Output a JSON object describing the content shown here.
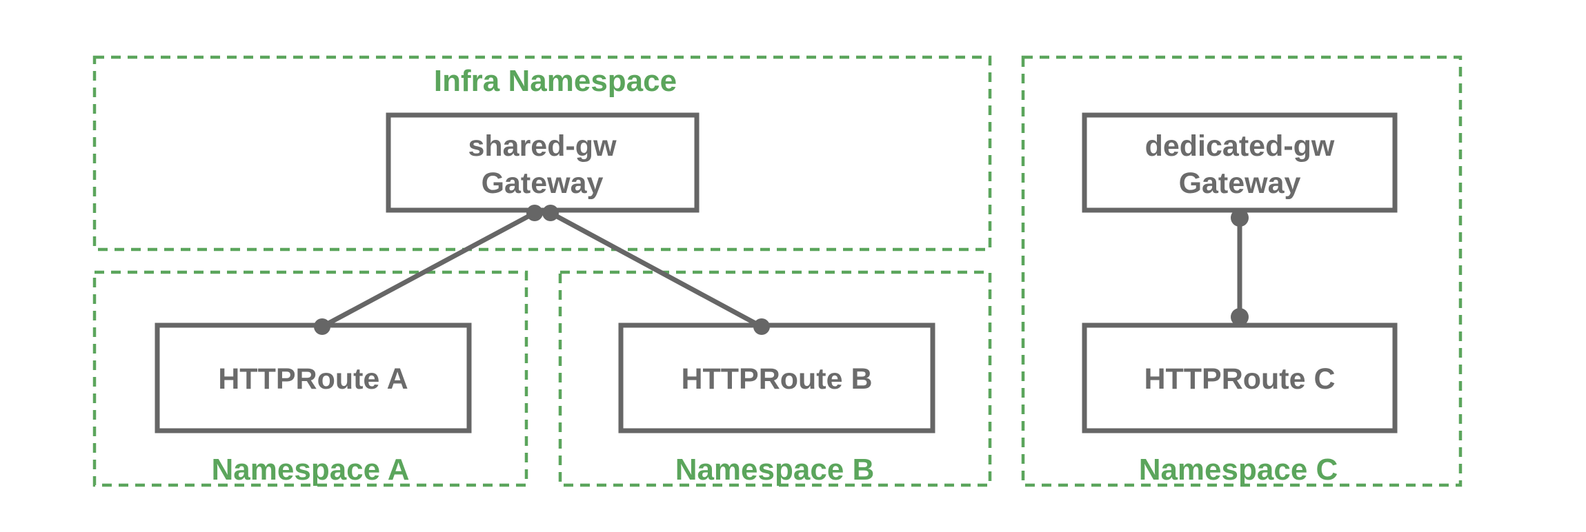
{
  "colors": {
    "namespace_green": "#5BA55C",
    "node_gray": "#666666",
    "node_text_gray": "#6b6b6b",
    "background": "#ffffff"
  },
  "namespaces": {
    "infra": {
      "label": "Infra Namespace"
    },
    "a": {
      "label": "Namespace A"
    },
    "b": {
      "label": "Namespace B"
    },
    "c": {
      "label": "Namespace C"
    }
  },
  "nodes": {
    "shared_gw": {
      "name": "shared-gw",
      "kind": "Gateway"
    },
    "dedicated_gw": {
      "name": "dedicated-gw",
      "kind": "Gateway"
    },
    "route_a": {
      "label": "HTTPRoute A"
    },
    "route_b": {
      "label": "HTTPRoute B"
    },
    "route_c": {
      "label": "HTTPRoute C"
    }
  },
  "edges": [
    {
      "from": "shared-gw Gateway",
      "to": "HTTPRoute A"
    },
    {
      "from": "shared-gw Gateway",
      "to": "HTTPRoute B"
    },
    {
      "from": "dedicated-gw Gateway",
      "to": "HTTPRoute C"
    }
  ]
}
